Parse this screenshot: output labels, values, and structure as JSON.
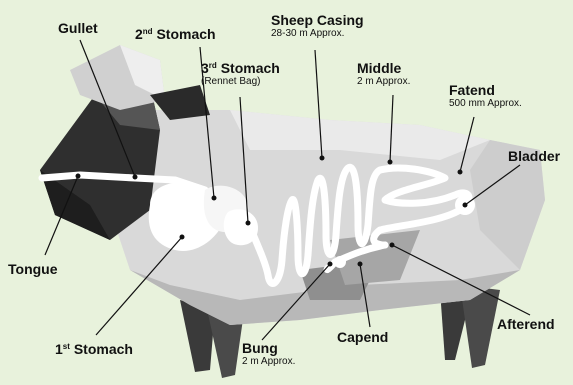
{
  "labels": {
    "gullet": {
      "title": "Gullet"
    },
    "second_stomach": {
      "prefix": "2",
      "sup": "nd",
      "title": "Stomach"
    },
    "third_stomach": {
      "prefix": "3",
      "sup": "rd",
      "title": "Stomach",
      "sub": "(Rennet Bag)"
    },
    "sheep_casing": {
      "title": "Sheep Casing",
      "sub": "28-30 m Approx."
    },
    "middle": {
      "title": "Middle",
      "sub": "2 m Approx."
    },
    "fatend": {
      "title": "Fatend",
      "sub": "500 mm Approx."
    },
    "bladder": {
      "title": "Bladder"
    },
    "tongue": {
      "title": "Tongue"
    },
    "first_stomach": {
      "prefix": "1",
      "sup": "st",
      "title": "Stomach"
    },
    "bung": {
      "title": "Bung",
      "sub": "2 m Approx."
    },
    "capend": {
      "title": "Capend"
    },
    "afterend": {
      "title": "Afterend"
    }
  },
  "colors": {
    "background": "#e8f2dc",
    "body_light": "#e2e2e2",
    "body_mid": "#c8c8c8",
    "body_dark": "#555555",
    "head_dark": "#2f2f2f",
    "organ": "#ffffff",
    "leader_line": "#111111"
  }
}
